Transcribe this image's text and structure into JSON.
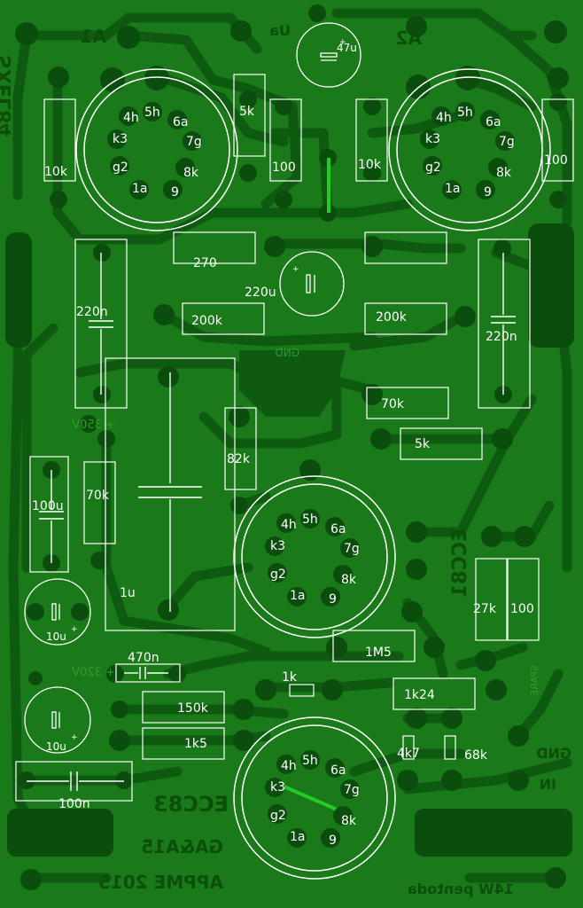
{
  "colors": {
    "board": "#1a7a1a",
    "trace": "#0e5a10",
    "pad": "#0b4d0d",
    "silk": "#ffffff",
    "jumper": "#22cc22"
  },
  "tube_pins": [
    "4h",
    "5h",
    "6a",
    "7g",
    "8k",
    "9",
    "1a",
    "g2",
    "k3"
  ],
  "mirrored_text": {
    "a1": "A1",
    "a2": "A2",
    "ua": "Ua",
    "tube_top": "SXEL84",
    "ecc81": "ECC81",
    "ecc83": "ECC83",
    "plus_350": "+ 350V",
    "plus_320": "+ 320V",
    "gnd_center": "GND",
    "spare": "SPARE",
    "gnd": "GND",
    "in": "IN",
    "ga": "GA&A15",
    "appme": "APPME 2015",
    "title": "14W pentoda"
  },
  "components": {
    "r10k_left": "10k",
    "r5k_top": "5k",
    "r100_top": "100",
    "r10k_right": "10k",
    "r100_right": "100",
    "c47u": "47u",
    "r270": "270",
    "c220u": "220u",
    "c220n_left": "220n",
    "r200k_left": "200k",
    "r200k_right": "200k",
    "c220n_right": "220n",
    "r70k_right": "70k",
    "r5k_right": "5k",
    "r82k": "82k",
    "c100u": "100u",
    "r70k_left": "70k",
    "c1u": "1u",
    "c10u_a": "10u",
    "c10u_b": "10u",
    "c470n": "470n",
    "r1k": "1k",
    "r150k": "150k",
    "r1k5": "1k5",
    "r1k24": "1k24",
    "r1m5": "1M5",
    "r27k": "27k",
    "r100_mid": "100",
    "r4k7": "4k7",
    "r68k": "68k",
    "c100n": "100n"
  }
}
